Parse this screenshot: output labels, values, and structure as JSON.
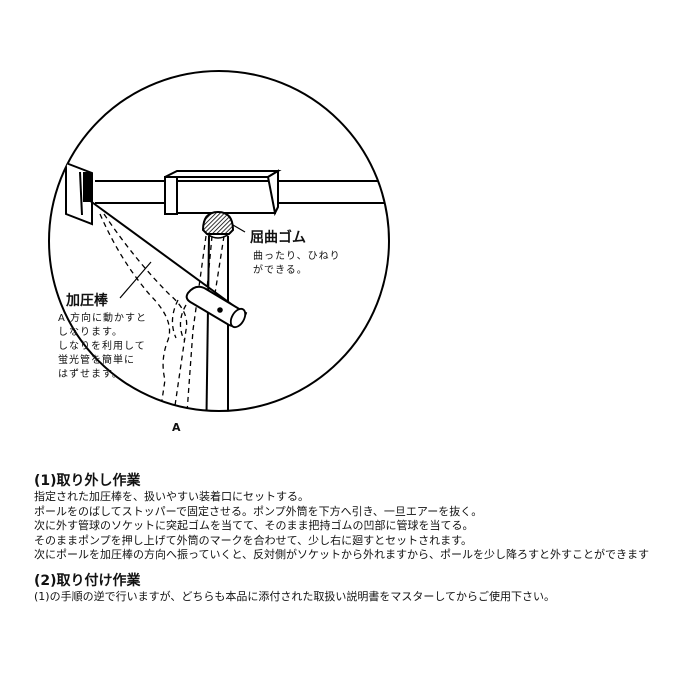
{
  "diagram": {
    "label_gum_title": "屈曲ゴム",
    "label_gum_desc": [
      "曲ったり、ひねり",
      "ができる。"
    ],
    "label_rod_title": "加圧棒",
    "label_rod_desc": [
      "A 方向に動かすと",
      "しなります。",
      "しなりを利用して",
      "蛍光管を簡単に",
      "はずせます。"
    ],
    "label_a": "A"
  },
  "sections": [
    {
      "title": "(1)取り外し作業",
      "lines": [
        "指定された加圧棒を、扱いやすい装着口にセットする。",
        "ポールをのばしてストッパーで固定させる。ポンプ外筒を下方へ引き、一旦エアーを抜く。",
        "次に外す管球のソケットに突起ゴムを当てて、そのまま把持ゴムの凹部に管球を当てる。",
        "そのままポンプを押し上げて外筒のマークを合わせて、少し右に廻すとセットされます。",
        "次にポールを加圧棒の方向へ振っていくと、反対側がソケットから外れますから、ポールを少し降ろすと外すことができます"
      ]
    },
    {
      "title": "(2)取り付け作業",
      "lines": [
        "(1)の手順の逆で行いますが、どちらも本品に添付された取扱い説明書をマスターしてからご使用下さい。"
      ]
    }
  ]
}
